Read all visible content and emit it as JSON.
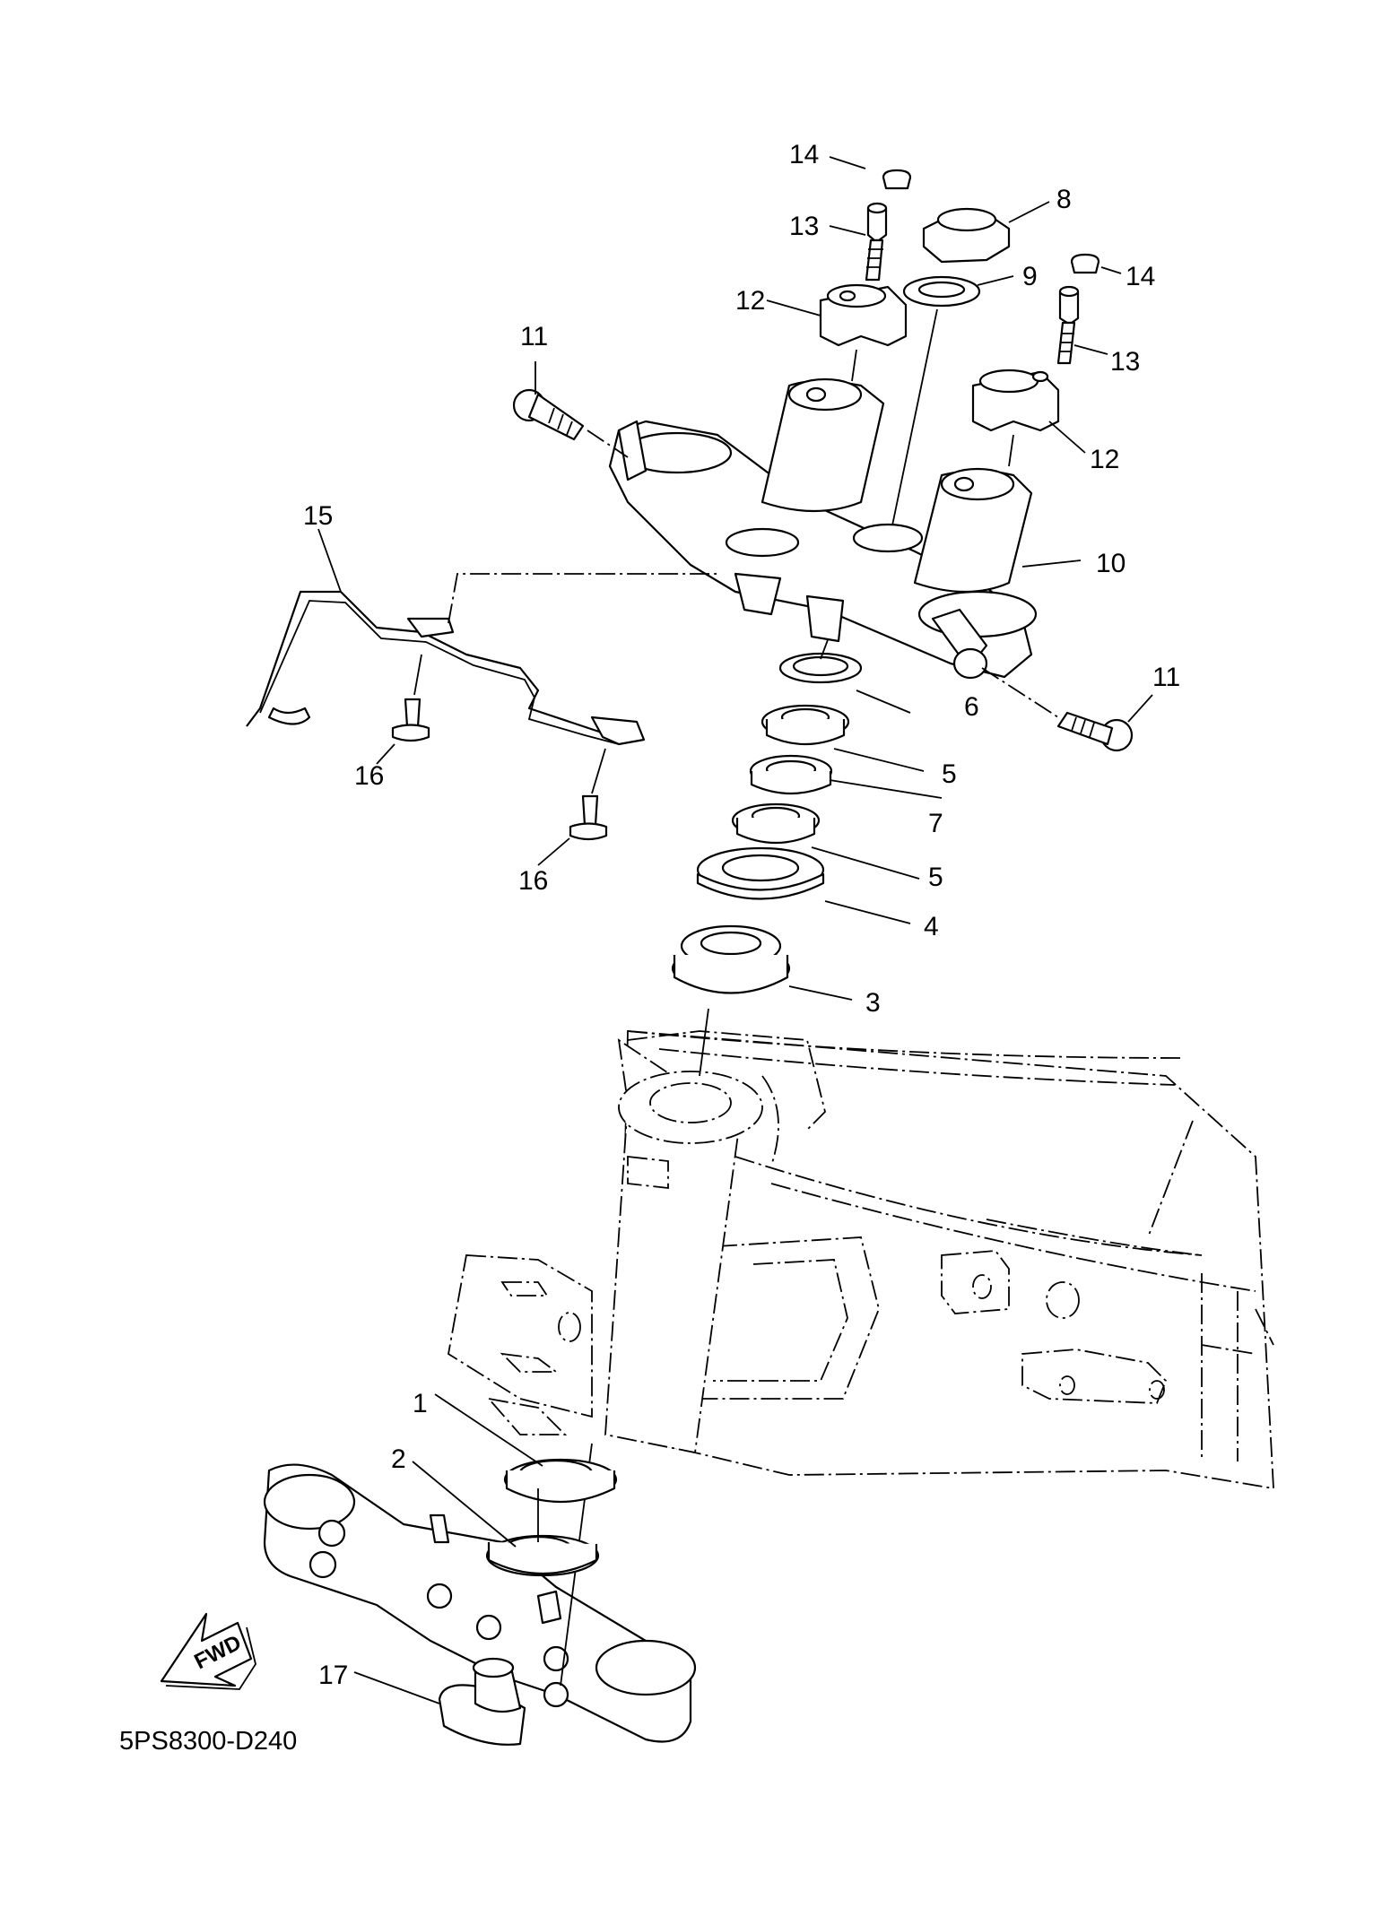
{
  "diagram_code": "5PS8300-D240",
  "fwd_label": "FWD",
  "callouts": {
    "c1": "1",
    "c2": "2",
    "c3": "3",
    "c4": "4",
    "c5a": "5",
    "c5b": "5",
    "c6": "6",
    "c7": "7",
    "c8": "8",
    "c9": "9",
    "c10": "10",
    "c11a": "11",
    "c11b": "11",
    "c12a": "12",
    "c12b": "12",
    "c13a": "13",
    "c13b": "13",
    "c14a": "14",
    "c14b": "14",
    "c15": "15",
    "c16a": "16",
    "c16b": "16",
    "c17": "17"
  }
}
